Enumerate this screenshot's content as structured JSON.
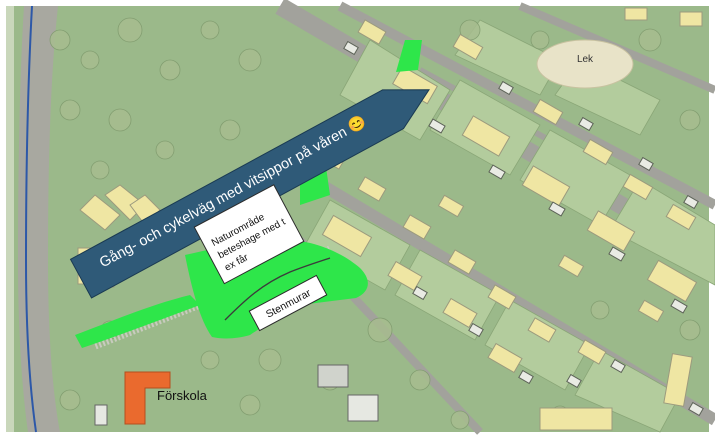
{
  "map": {
    "title_arrow_text": "Gång- och cykelväg med vitsippor på våren 😊",
    "labels": {
      "lek": "Lek",
      "forskola": "Förskola"
    },
    "callouts": {
      "naturomrade_lines": [
        "Naturområde",
        "beteshage med t",
        "ex får"
      ],
      "stenmurar": "Stenmurar"
    },
    "colors": {
      "background_green": "#9bb98a",
      "lawn_green": "#b3cc9d",
      "highlight_green": "#2ee64a",
      "arrow_fill": "#2f5a78",
      "road_gray": "#a2a29c",
      "building_yellow": "#efe6a3",
      "school_orange": "#ea6a2e"
    },
    "icons": [
      "arrow-callout",
      "smiley-emoji"
    ]
  }
}
